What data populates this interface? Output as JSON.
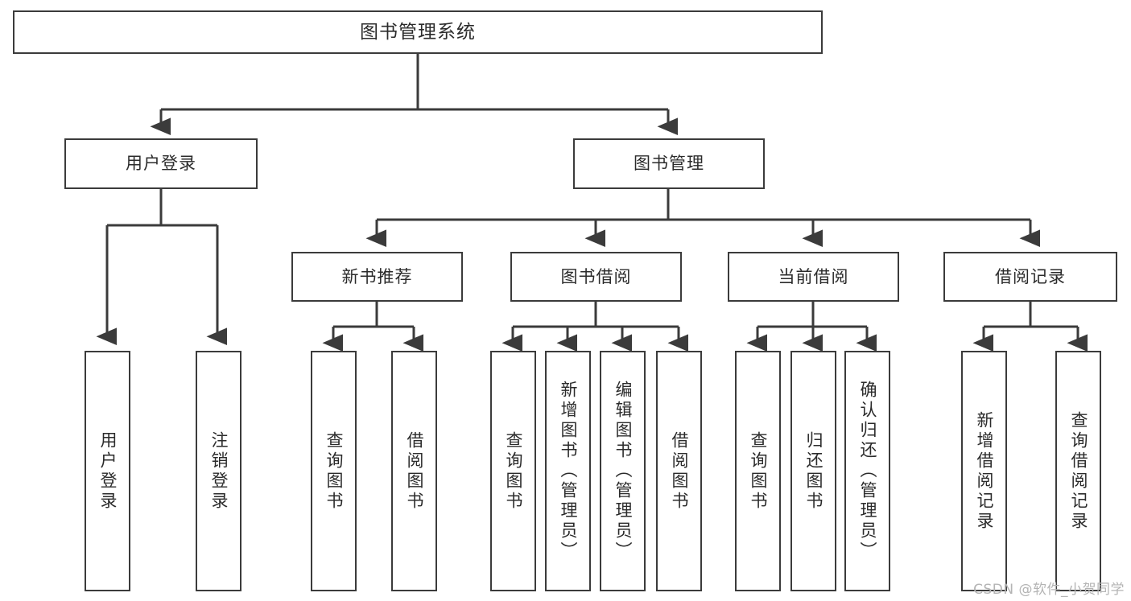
{
  "diagram": {
    "type": "tree-hierarchy-chart",
    "title": "图书管理系统",
    "colors": {
      "box_border": "#3b3b3b",
      "box_fill": "#ffffff",
      "connector": "#3b3b3b",
      "text": "#2b2b2b",
      "watermark": "#b4b4b4",
      "background": "#ffffff"
    },
    "root": {
      "label": "图书管理系统"
    },
    "level2": [
      {
        "label": "用户登录"
      },
      {
        "label": "图书管理"
      }
    ],
    "level3": [
      {
        "label": "新书推荐"
      },
      {
        "label": "图书借阅"
      },
      {
        "label": "当前借阅"
      },
      {
        "label": "借阅记录"
      }
    ],
    "leaves": {
      "user_login": [
        {
          "label": "用户登录"
        },
        {
          "label": "注销登录"
        }
      ],
      "new_book_recommend": [
        {
          "label": "查询图书"
        },
        {
          "label": "借阅图书"
        }
      ],
      "book_borrow": [
        {
          "label": "查询图书"
        },
        {
          "label": "新增图书（管理员）"
        },
        {
          "label": "编辑图书（管理员）"
        },
        {
          "label": "借阅图书"
        }
      ],
      "current_borrow": [
        {
          "label": "查询图书"
        },
        {
          "label": "归还图书"
        },
        {
          "label": "确认归还（管理员）"
        }
      ],
      "borrow_record": [
        {
          "label": "新增借阅记录"
        },
        {
          "label": "查询借阅记录"
        }
      ]
    }
  },
  "watermark": {
    "text": "CSDN @软件_小贺同学"
  }
}
